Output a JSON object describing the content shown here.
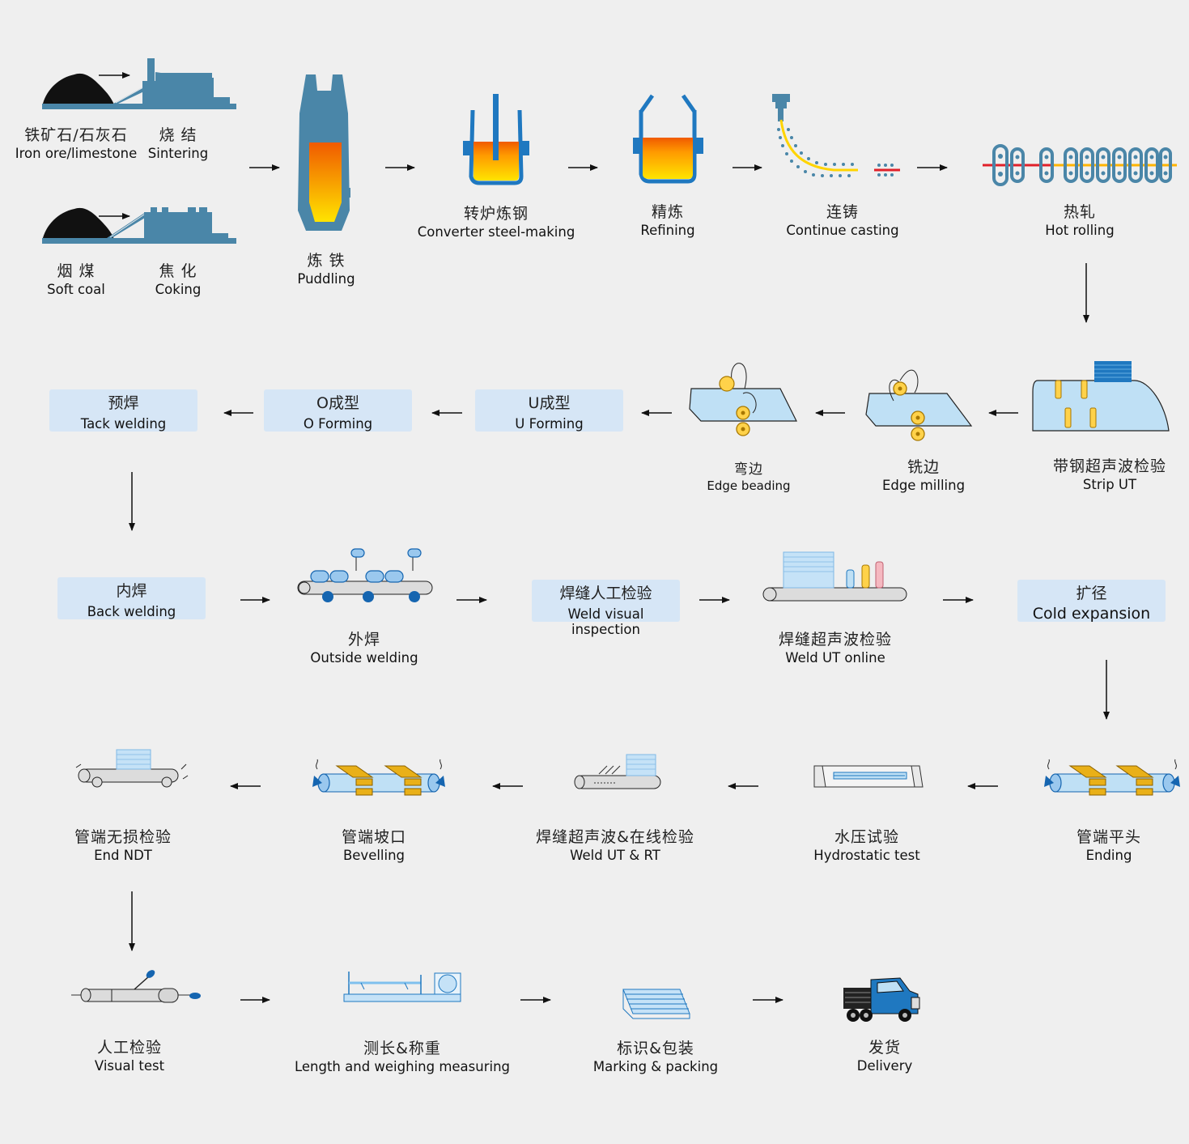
{
  "colors": {
    "background": "#efefef",
    "plant_steel_blue": "#4a86a8",
    "vessel_blue": "#1f78c0",
    "molten_orange": "#f05a00",
    "molten_yellow": "#ffe400",
    "box_light_blue": "#d6e6f6",
    "roller_blue": "#1565b0",
    "bevel_gold": "#e9b018"
  },
  "stages": {
    "iron_ore": {
      "zh": "铁矿石/石灰石",
      "en": "Iron ore/limestone",
      "icon": "ore-pile-icon"
    },
    "sintering": {
      "zh": "烧 结",
      "en": "Sintering",
      "icon": "sinter-plant-icon"
    },
    "soft_coal": {
      "zh": "烟 煤",
      "en": "Soft coal",
      "icon": "coal-pile-icon"
    },
    "coking": {
      "zh": "焦 化",
      "en": "Coking",
      "icon": "coke-plant-icon"
    },
    "puddling": {
      "zh": "炼 铁",
      "en": "Puddling",
      "icon": "blast-furnace-icon"
    },
    "converter": {
      "zh": "转炉炼钢",
      "en": "Converter steel-making",
      "icon": "converter-icon"
    },
    "refining": {
      "zh": "精炼",
      "en": "Refining",
      "icon": "ladle-icon"
    },
    "casting": {
      "zh": "连铸",
      "en": "Continue casting",
      "icon": "caster-icon"
    },
    "hot_rolling": {
      "zh": "热轧",
      "en": "Hot rolling",
      "icon": "rolling-mill-icon"
    },
    "strip_ut": {
      "zh": "带钢超声波检验",
      "en": "Strip UT",
      "icon": "strip-ut-icon"
    },
    "edge_milling": {
      "zh": "铣边",
      "en": "Edge milling",
      "icon": "edge-mill-icon"
    },
    "edge_beading": {
      "zh": "弯边",
      "en": "Edge beading",
      "icon": "edge-bead-icon"
    },
    "u_forming": {
      "zh": "U成型",
      "en": "U Forming"
    },
    "o_forming": {
      "zh": "O成型",
      "en": "O Forming"
    },
    "tack_welding": {
      "zh": "预焊",
      "en": "Tack welding"
    },
    "back_welding": {
      "zh": "内焊",
      "en": "Back welding"
    },
    "outside_welding": {
      "zh": "外焊",
      "en": "Outside welding",
      "icon": "outside-weld-icon"
    },
    "weld_visual": {
      "zh": "焊缝人工检验",
      "en": "Weld visual inspection"
    },
    "weld_ut_online": {
      "zh": "焊缝超声波检验",
      "en": "Weld UT online",
      "icon": "weld-ut-icon"
    },
    "cold_expansion": {
      "zh": "扩径",
      "en": "Cold expansion"
    },
    "ending": {
      "zh": "管端平头",
      "en": "Ending",
      "icon": "pipe-ending-icon"
    },
    "hydrostatic": {
      "zh": "水压试验",
      "en": "Hydrostatic test",
      "icon": "hydro-test-icon"
    },
    "weld_ut_rt": {
      "zh": "焊缝超声波&在线检验",
      "en": "Weld UT & RT",
      "icon": "ut-rt-icon"
    },
    "bevelling": {
      "zh": "管端坡口",
      "en": "Bevelling",
      "icon": "bevel-icon"
    },
    "end_ndt": {
      "zh": "管端无损检验",
      "en": "End NDT",
      "icon": "end-ndt-icon"
    },
    "visual_test": {
      "zh": "人工检验",
      "en": "Visual test",
      "icon": "visual-test-icon"
    },
    "length_weigh": {
      "zh": "测长&称重",
      "en": "Length and weighing measuring",
      "icon": "scale-icon"
    },
    "marking": {
      "zh": "标识&包装",
      "en": "Marking & packing",
      "icon": "pipe-bundle-icon"
    },
    "delivery": {
      "zh": "发货",
      "en": "Delivery",
      "icon": "truck-icon"
    }
  }
}
